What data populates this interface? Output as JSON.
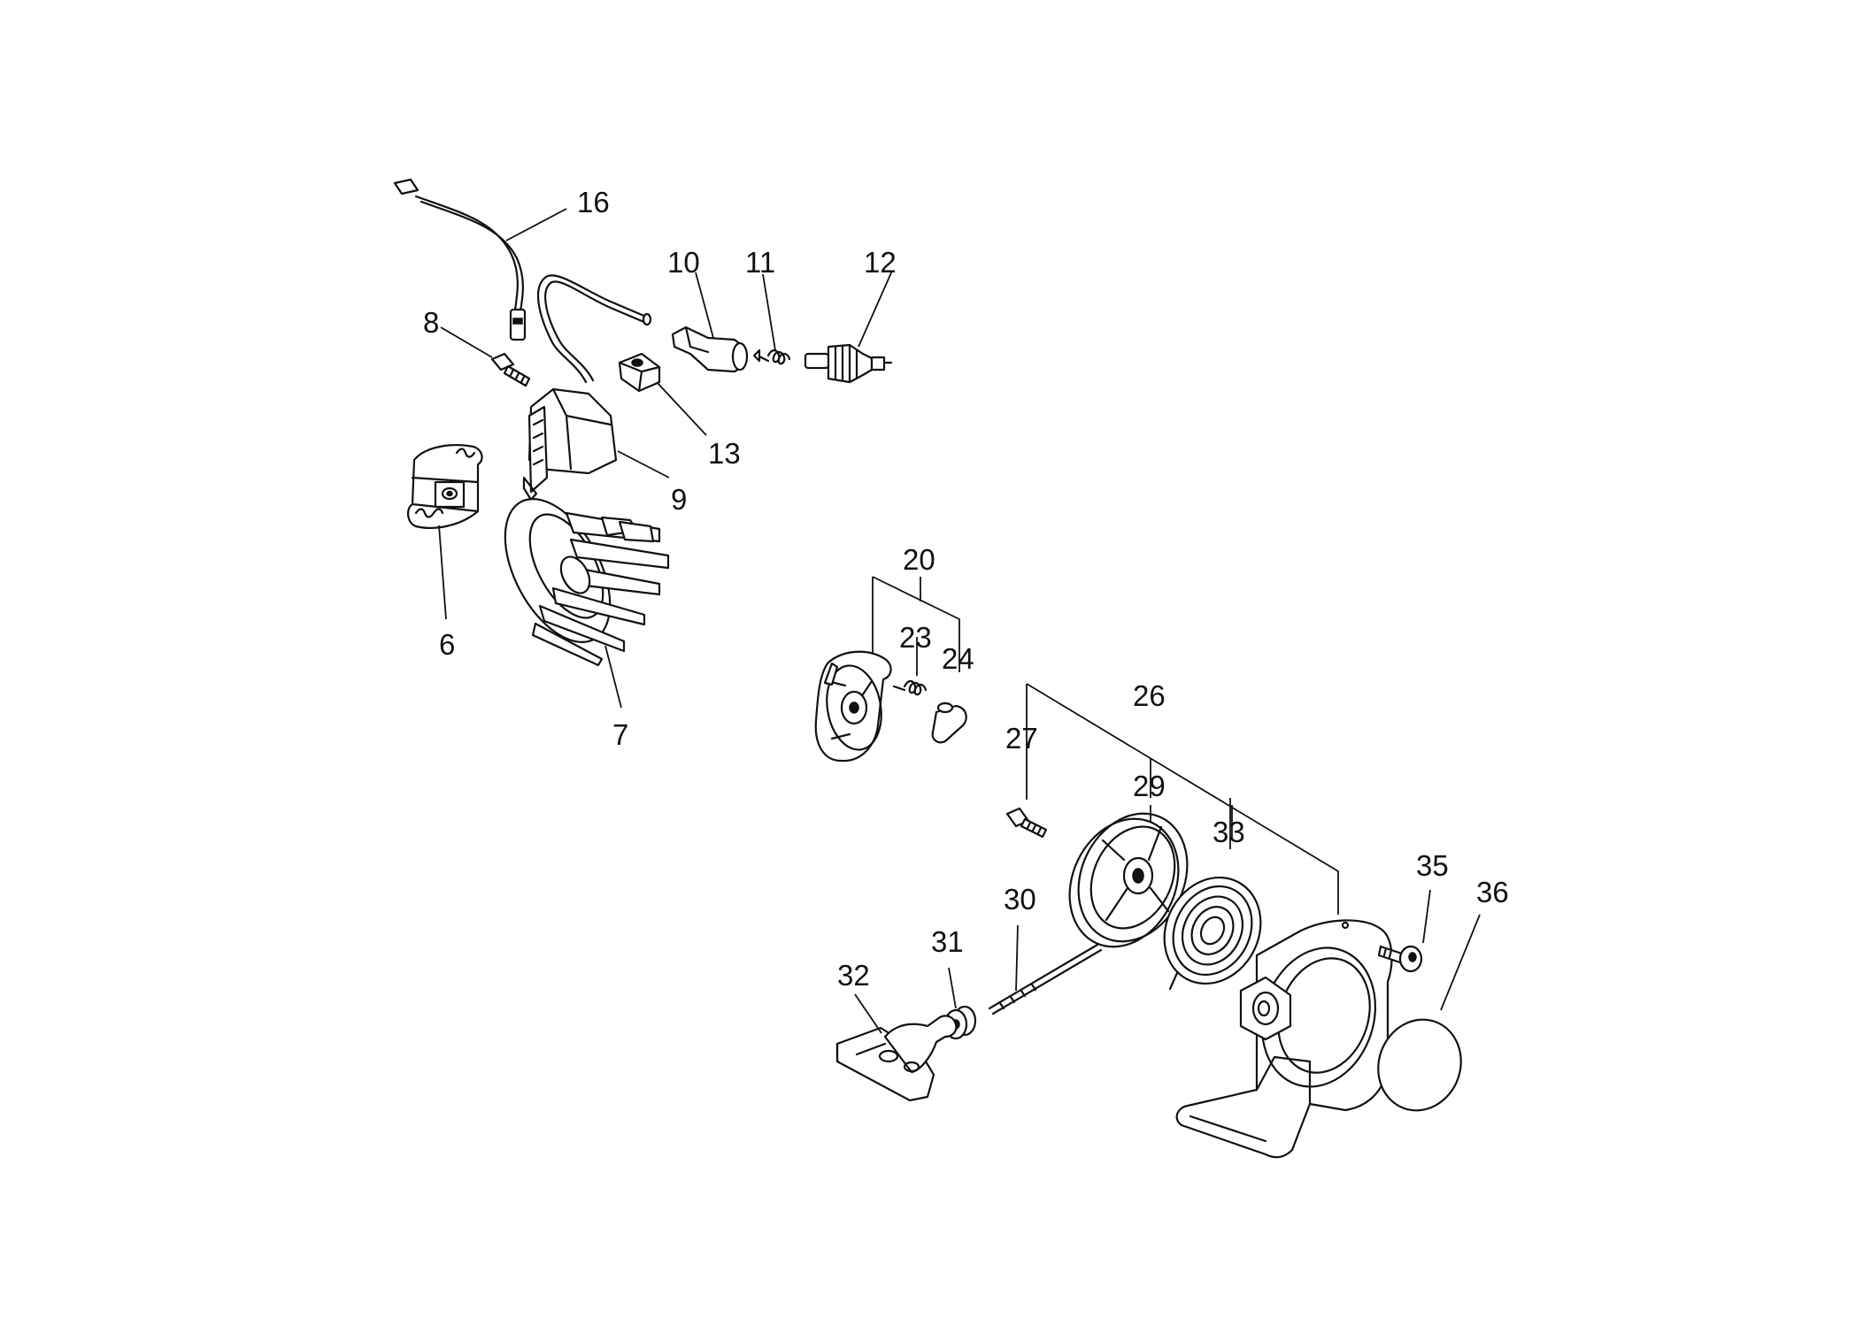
{
  "callouts": {
    "c6": "6",
    "c7": "7",
    "c8": "8",
    "c9": "9",
    "c10": "10",
    "c11": "11",
    "c12": "12",
    "c13": "13",
    "c16": "16",
    "c20": "20",
    "c23": "23",
    "c24": "24",
    "c26": "26",
    "c27": "27",
    "c29": "29",
    "c30": "30",
    "c31": "31",
    "c32": "32",
    "c33": "33",
    "c35": "35",
    "c36": "36"
  },
  "parts": [
    {
      "number": "6",
      "icon": "clutch-shoe-icon"
    },
    {
      "number": "7",
      "icon": "flywheel-icon"
    },
    {
      "number": "8",
      "icon": "screw-icon"
    },
    {
      "number": "9",
      "icon": "ignition-coil-icon"
    },
    {
      "number": "10",
      "icon": "plug-cap-icon"
    },
    {
      "number": "11",
      "icon": "spring-icon"
    },
    {
      "number": "12",
      "icon": "spark-plug-icon"
    },
    {
      "number": "13",
      "icon": "clamp-icon"
    },
    {
      "number": "16",
      "icon": "stop-wire-icon"
    },
    {
      "number": "20",
      "icon": "ratchet-assembly-icon"
    },
    {
      "number": "23",
      "icon": "spring-icon"
    },
    {
      "number": "24",
      "icon": "pawl-icon"
    },
    {
      "number": "26",
      "icon": "starter-assembly-icon"
    },
    {
      "number": "27",
      "icon": "screw-icon"
    },
    {
      "number": "29",
      "icon": "rope-reel-icon"
    },
    {
      "number": "30",
      "icon": "starter-rope-icon"
    },
    {
      "number": "31",
      "icon": "rope-guide-icon"
    },
    {
      "number": "32",
      "icon": "starter-handle-icon"
    },
    {
      "number": "33",
      "icon": "recoil-spring-icon"
    },
    {
      "number": "35",
      "icon": "screw-icon"
    },
    {
      "number": "36",
      "icon": "name-plate-icon"
    }
  ]
}
